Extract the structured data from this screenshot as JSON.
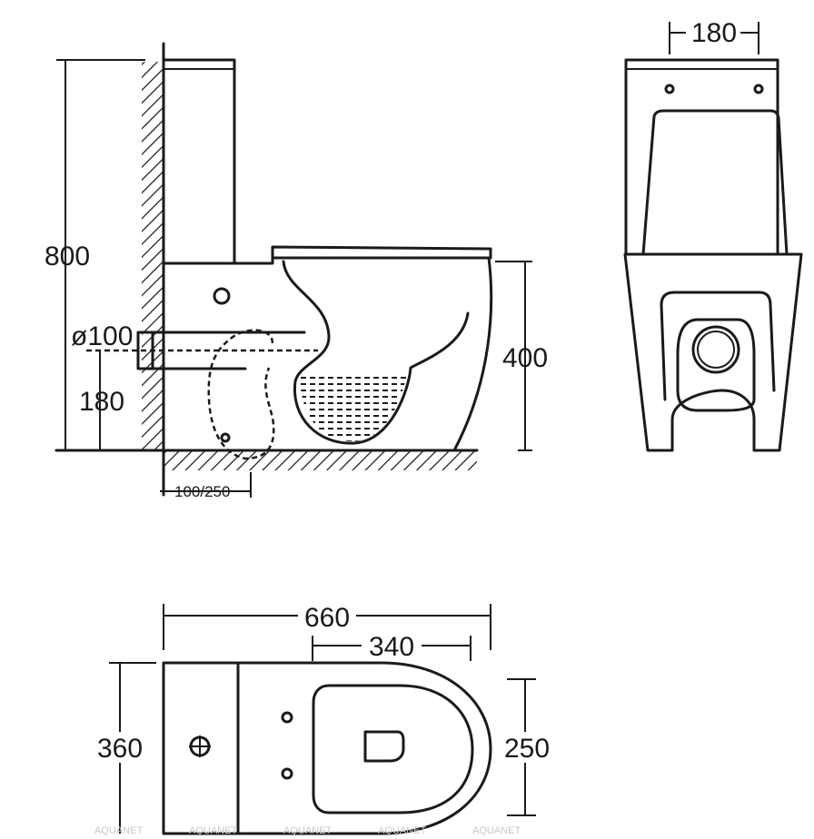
{
  "dimensions": {
    "total_height": "800",
    "pipe_diameter": "ø100",
    "outlet_height": "180",
    "bowl_height": "400",
    "outlet_offset": "100/250",
    "tank_top_width": "180",
    "total_length": "660",
    "bowl_length": "340",
    "total_width": "360",
    "seat_width": "250"
  },
  "watermark": "AQUANET",
  "colors": {
    "ink": "#1a1a1a",
    "background": "#ffffff",
    "watermark": "#c8c8c8"
  }
}
